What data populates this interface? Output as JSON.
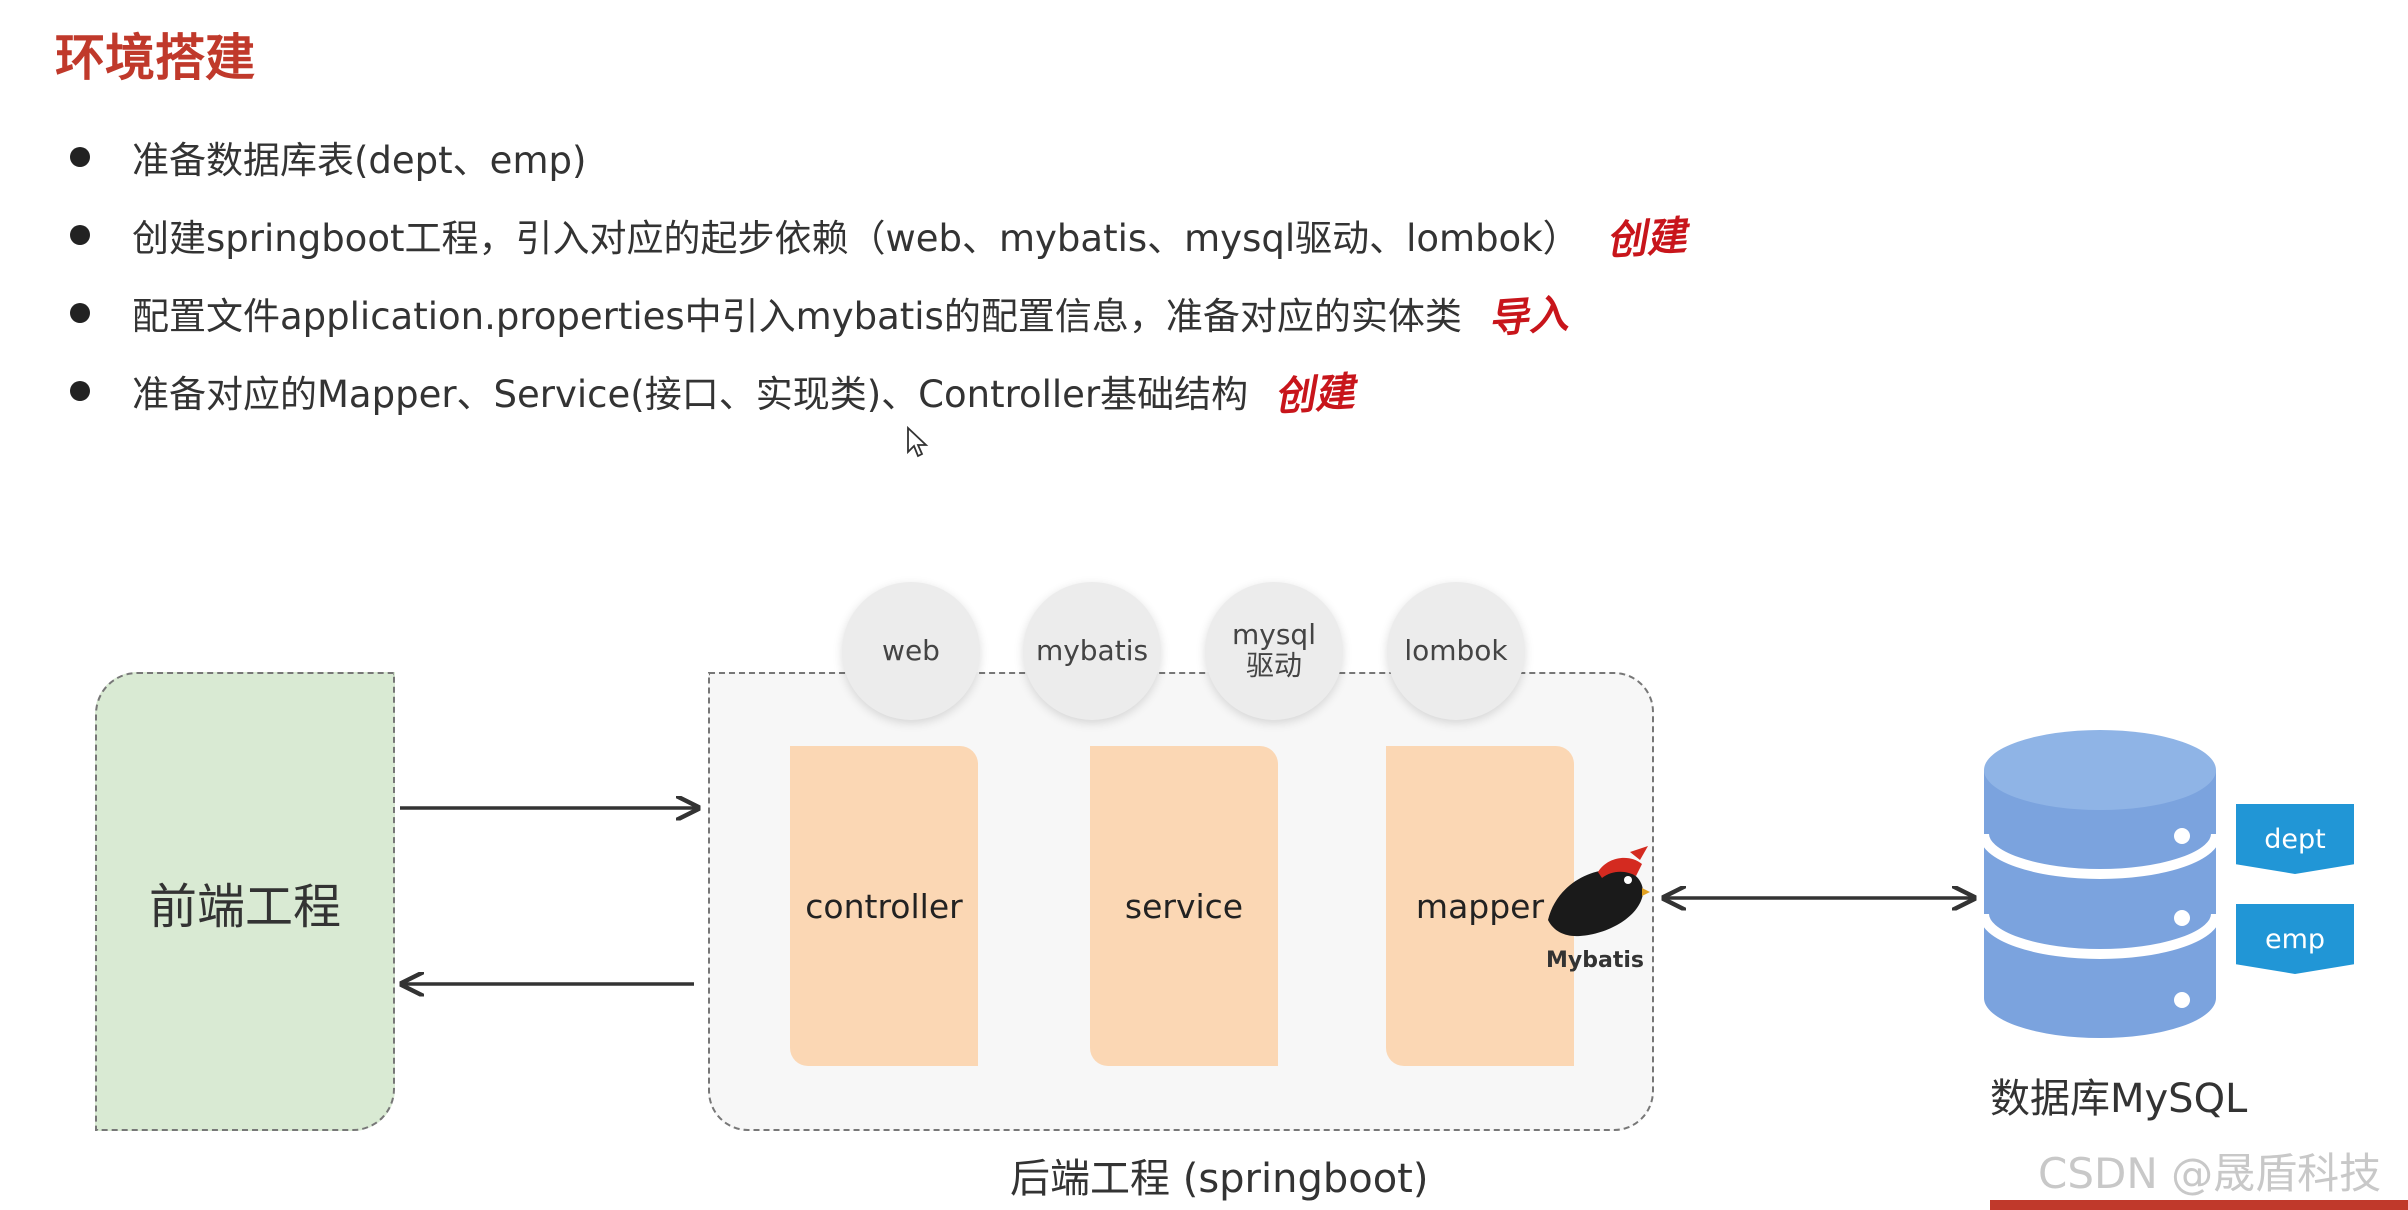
{
  "title": "环境搭建",
  "bullets": [
    {
      "text": "准备数据库表(dept、emp)",
      "note": ""
    },
    {
      "text": "创建springboot工程，引入对应的起步依赖（web、mybatis、mysql驱动、lombok）",
      "note": "创建"
    },
    {
      "text": "配置文件application.properties中引入mybatis的配置信息，准备对应的实体类",
      "note": "导入"
    },
    {
      "text": "准备对应的Mapper、Service(接口、实现类)、Controller基础结构",
      "note": "创建"
    }
  ],
  "diagram": {
    "frontend": "前端工程",
    "backend_label": "后端工程 (springboot)",
    "dependencies": [
      "web",
      "mybatis",
      "mysql",
      "驱动",
      "lombok"
    ],
    "layers": [
      "controller",
      "service",
      "mapper"
    ],
    "mybatis_logo_text": "Mybatis",
    "database_label": "数据库MySQL",
    "tables": [
      "dept",
      "emp"
    ]
  },
  "watermark": "CSDN @晟盾科技",
  "colors": {
    "title": "#c0392b",
    "handnote": "#c8151b",
    "frontend_fill": "#d9ead3",
    "layer_fill": "#fbd7b4",
    "db_blue": "#7ba3de",
    "table_tag": "#2196d6"
  }
}
